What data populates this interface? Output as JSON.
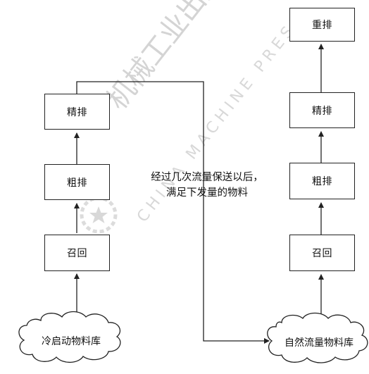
{
  "left_chain": {
    "jingpai": "精排",
    "cupai": "粗排",
    "zhaohui": "召回",
    "source": "冷启动物料库"
  },
  "right_chain": {
    "chongpai": "重排",
    "jingpai": "精排",
    "cupai": "粗排",
    "zhaohui": "召回",
    "source": "自然流量物料库"
  },
  "transfer_note": {
    "line1": "经过几次流量保送以后，",
    "line2": "满足下发量的物料"
  },
  "watermark": {
    "cn": "机械工业出版社",
    "en": "CHINA MACHINE PRESS"
  }
}
